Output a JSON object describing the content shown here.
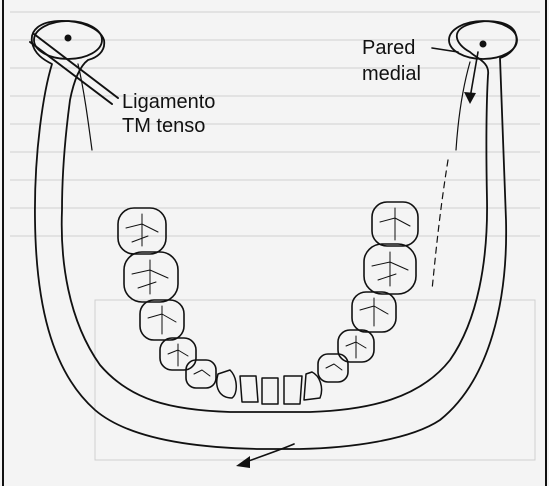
{
  "labels": {
    "ligament_line1": "Ligamento",
    "ligament_line2": "TM tenso",
    "medial_line1": "Pared",
    "medial_line2": "medial"
  },
  "colors": {
    "ink": "#111111",
    "background": "#f4f4f4",
    "bleed_through_text": "#cccccc"
  },
  "icons": {
    "movement_arrow": "curved-arrow-down-left",
    "medial_arrow": "arrow-down"
  }
}
